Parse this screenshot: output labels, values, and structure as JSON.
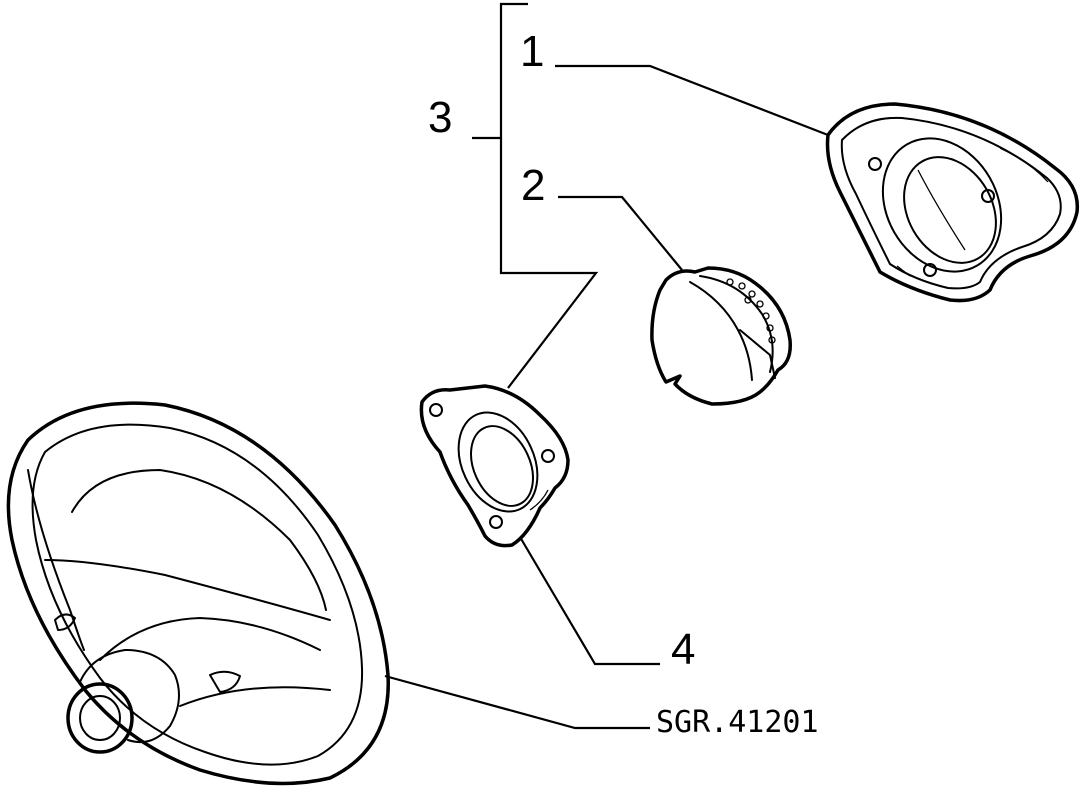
{
  "labels": {
    "part_1": "1",
    "part_2": "2",
    "part_3": "3",
    "part_4": "4",
    "drawing_code": "SGR.41201"
  }
}
